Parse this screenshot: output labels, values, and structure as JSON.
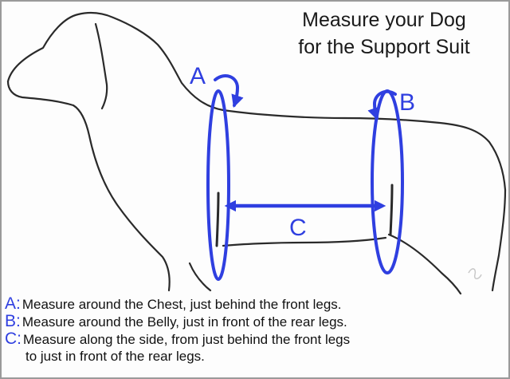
{
  "title": {
    "line1": "Measure your Dog",
    "line2": "for the Support Suit"
  },
  "diagram": {
    "ring_a_label": "A",
    "ring_b_label": "B",
    "span_c_label": "C",
    "accent_color": "#2f3fe0",
    "outline_color": "#2a2a2a"
  },
  "legend": {
    "items": [
      {
        "key": "A:",
        "lines": [
          "Measure around the Chest, just behind the front legs."
        ]
      },
      {
        "key": "B:",
        "lines": [
          "Measure around the Belly, just in front of the rear legs."
        ]
      },
      {
        "key": "C:",
        "lines": [
          "Measure along the side, from just behind the front legs",
          "to just in front of the rear legs."
        ]
      }
    ]
  }
}
